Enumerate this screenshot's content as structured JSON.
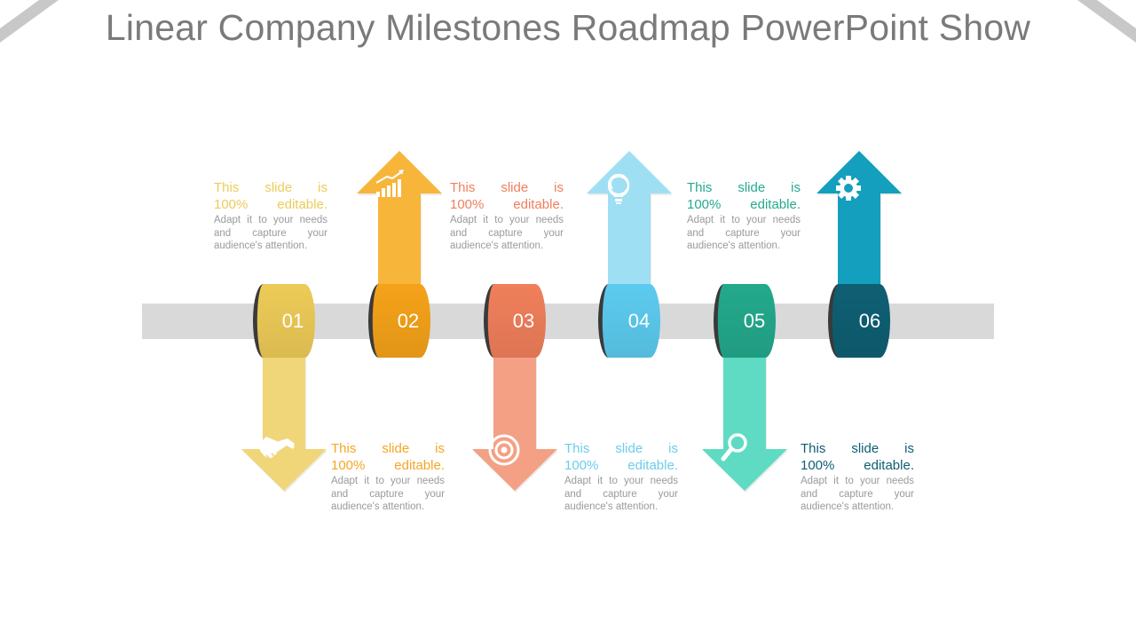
{
  "title": "Linear Company Milestones Roadmap PowerPoint Show",
  "milestones": [
    {
      "number": "01",
      "direction": "down",
      "icon": "handshake-icon",
      "colors": {
        "ring": "#EDCB58",
        "ring_dark": "#3A3A3A",
        "arrow": "#F0D678"
      },
      "heading_line1": "This slide is",
      "heading_line2": "100% editable.",
      "body": "Adapt it to your needs and capture your audience's attention.",
      "text_color": "#EDCB58"
    },
    {
      "number": "02",
      "direction": "up",
      "icon": "growth-chart-icon",
      "colors": {
        "ring": "#F5A219",
        "ring_dark": "#3A3A3A",
        "arrow": "#F7B53A"
      },
      "heading_line1": "This slide is",
      "heading_line2": "100% editable.",
      "body": "Adapt it to your needs and capture your audience's attention.",
      "text_color": "#F5A623"
    },
    {
      "number": "03",
      "direction": "down",
      "icon": "target-icon",
      "colors": {
        "ring": "#F07F5B",
        "ring_dark": "#3A3A3A",
        "arrow": "#F4A085"
      },
      "heading_line1": "This slide is",
      "heading_line2": "100% editable.",
      "body": "Adapt it to your needs and capture your audience's attention.",
      "text_color": "#F07F5B"
    },
    {
      "number": "04",
      "direction": "up",
      "icon": "lightbulb-icon",
      "colors": {
        "ring": "#5CCBEF",
        "ring_dark": "#3A3A3A",
        "arrow": "#9FDFF3"
      },
      "heading_line1": "This slide is",
      "heading_line2": "100% editable.",
      "body": "Adapt it to your needs and capture your audience's attention.",
      "text_color": "#6CCCEB"
    },
    {
      "number": "05",
      "direction": "down",
      "icon": "magnifier-icon",
      "colors": {
        "ring": "#23A98C",
        "ring_dark": "#3A3A3A",
        "arrow": "#5FDBC3"
      },
      "heading_line1": "This slide is",
      "heading_line2": "100% editable.",
      "body": "Adapt it to your needs and capture your audience's attention.",
      "text_color": "#26A98F"
    },
    {
      "number": "06",
      "direction": "up",
      "icon": "gear-icon",
      "colors": {
        "ring": "#0F5F73",
        "ring_dark": "#3A3A3A",
        "arrow": "#139FBD"
      },
      "heading_line1": "This slide is",
      "heading_line2": "100% editable.",
      "body": "Adapt it to your needs and capture your audience's attention.",
      "text_color": "#0E5E73"
    }
  ],
  "track_color": "#D9D9D9",
  "corner_color": "#C8C8C8"
}
